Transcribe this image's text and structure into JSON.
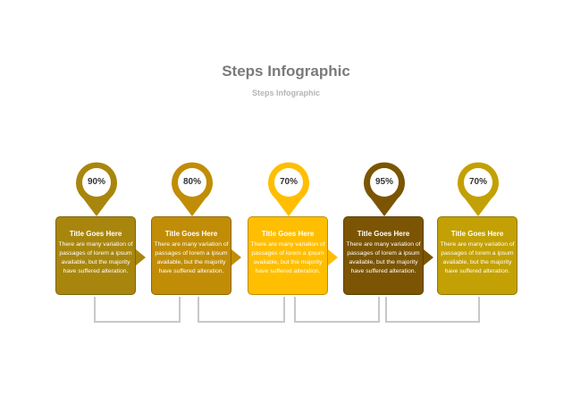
{
  "header": {
    "title": "Steps Infographic",
    "subtitle": "Steps Infographic"
  },
  "steps": [
    {
      "percent": "90%",
      "title": "Title Goes Here",
      "text": "There are many variation of passages of lorem a ipsum available, but the majority have suffered alteration.",
      "color": "#a8860e"
    },
    {
      "percent": "80%",
      "title": "Title Goes Here",
      "text": "There are many variation of passages of lorem a ipsum available, but the majority have suffered alteration.",
      "color": "#c18d06"
    },
    {
      "percent": "70%",
      "title": "Title Goes Here",
      "text": "There are many variation of passages of lorem a ipsum available, but the majority have suffered alteration.",
      "color": "#ffbe00"
    },
    {
      "percent": "95%",
      "title": "Title Goes Here",
      "text": "There are many variation of passages of lorem a ipsum available, but the majority have suffered alteration.",
      "color": "#7b5503"
    },
    {
      "percent": "70%",
      "title": "Title Goes Here",
      "text": "There are many variation of passages of lorem a ipsum available, but the majority have suffered alteration.",
      "color": "#c3a003"
    }
  ],
  "connector_color": "#c8c8c8"
}
